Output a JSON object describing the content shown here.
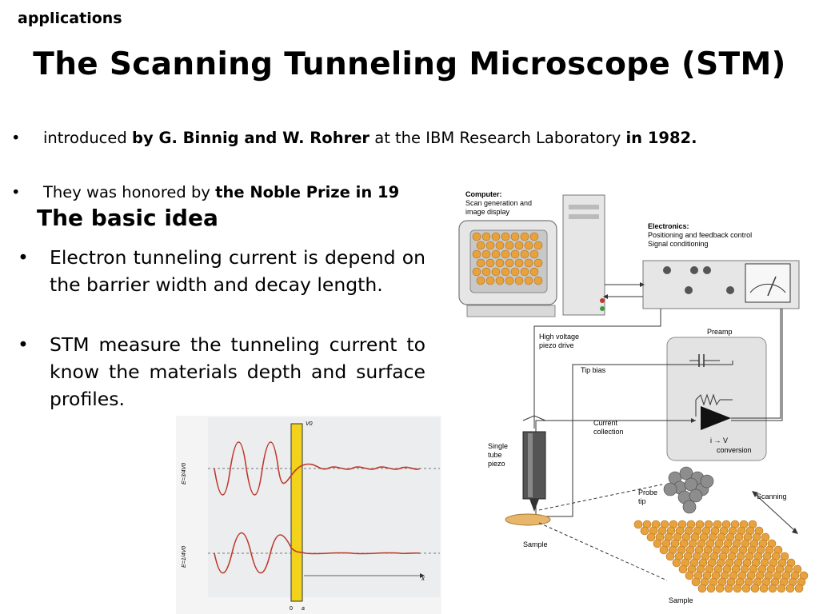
{
  "section_label": "applications",
  "title": "The Scanning Tunneling Microscope (STM)",
  "top_bullets": [
    {
      "p1": "introduced ",
      "b1": "by G. Binnig and W. Rohrer",
      "p2": " at the IBM Research Laboratory ",
      "b2": "in 1982."
    },
    {
      "p1": "They was honored by ",
      "b1": "the Noble Prize in 19"
    }
  ],
  "bullet_symbol": "•",
  "subtitle": "The basic idea",
  "idea_bullets": [
    "Electron tunneling current is depend on the barrier width and decay length.",
    "STM measure the tunneling current to know the materials depth and surface profiles."
  ],
  "wave_figure": {
    "barrier_label": "V0",
    "upper_energy_label": "E=3/4V0",
    "lower_energy_label": "E=1/4V0",
    "axis_label": "x",
    "tick_zero": "0",
    "tick_a": "a"
  },
  "stm_figure": {
    "computer_title": "Computer:",
    "computer_desc_1": "Scan generation and",
    "computer_desc_2": "image display",
    "electronics_title": "Electronics:",
    "electronics_desc_1": "Positioning and feedback control",
    "electronics_desc_2": "Signal conditioning",
    "preamp": "Preamp",
    "high_voltage_1": "High voltage",
    "high_voltage_2": "piezo drive",
    "tip_bias": "Tip bias",
    "current_1": "Current",
    "current_2": "collection",
    "iv_1": "i  →  V",
    "iv_2": "conversion",
    "single_1": "Single",
    "single_2": "tube",
    "single_3": "piezo",
    "probe_1": "Probe",
    "probe_2": "tip",
    "scanning": "Scanning",
    "sample_left": "Sample",
    "sample_bottom": "Sample"
  },
  "colors": {
    "barrier": "#f2d21b",
    "wave": "#c0392b",
    "atoms": "#e8a23c"
  }
}
